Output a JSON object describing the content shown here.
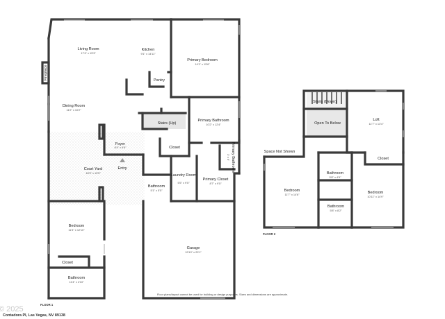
{
  "floor1": {
    "label": "FLOOR 1",
    "rooms": {
      "living": {
        "name": "Living Room",
        "dim": "17'4\" x 15'3\""
      },
      "kitchen": {
        "name": "Kitchen",
        "dim": "9'1\" x 14'11\""
      },
      "primary_bedroom": {
        "name": "Primary Bedroom",
        "dim": "14'1\" x 15'6\""
      },
      "pantry": {
        "name": "Pantry"
      },
      "fireplace": {
        "name": "Fireplace"
      },
      "dining": {
        "name": "Dining Room",
        "dim": "11'2\" x 10'2\""
      },
      "primary_bath": {
        "name": "Primary Bathroom",
        "dim": "10'2\" x 12'4\""
      },
      "stairs_up": {
        "name": "Stairs (Up)"
      },
      "foyer": {
        "name": "Foyer",
        "dim": "8'4\" x 6'6\""
      },
      "closet_a": {
        "name": "Closet"
      },
      "primary_wc": {
        "name": "Primary Bathroom",
        "dim": "3' x 6'"
      },
      "entry": {
        "name": "Entry"
      },
      "courtyard": {
        "name": "Court Yard",
        "dim": "18'3\" x 15'5\""
      },
      "laundry": {
        "name": "Laundry Room",
        "dim": "5'5\" x 9'5\""
      },
      "primary_closet": {
        "name": "Primary Closet",
        "dim": "8'7\" x 9'5\""
      },
      "bath_small": {
        "name": "Bathroom",
        "dim": "5'1\" x 5'5\""
      },
      "bedroom": {
        "name": "Bedroom",
        "dim": "11'3\" x 12'10\""
      },
      "closet_b": {
        "name": "Closet"
      },
      "bath_bottom": {
        "name": "Bathroom",
        "dim": "11'4\" x 4'10\""
      },
      "garage": {
        "name": "Garage",
        "dim": "19'10\" x 20'1\""
      }
    }
  },
  "floor2": {
    "label": "FLOOR 2",
    "rooms": {
      "stairs_down": {
        "name": "Stairs (Down)"
      },
      "open_below": {
        "name": "Open To Below"
      },
      "loft": {
        "name": "Loft",
        "dim": "11'7\" x 13'4\""
      },
      "space_not_shown": {
        "name": "Space Not Shown"
      },
      "closet": {
        "name": "Closet"
      },
      "bathroom_a": {
        "name": "Bathroom",
        "dim": "5'8\" x 4'9\""
      },
      "bedroom_left": {
        "name": "Bedroom",
        "dim": "11'7\" x 14'6\""
      },
      "bedroom_right": {
        "name": "Bedroom",
        "dim": "10'11\" x 14'9\""
      },
      "bathroom_b": {
        "name": "Bathroom",
        "dim": "5'8\" x 8'2\""
      }
    }
  },
  "footer": {
    "disclaimer": "Floor plans/layout cannot be used for building or design purposes. Sizes and dimensions are approximate.",
    "address": "Contadora Pl, Las Vegas, NV 89138",
    "watermark": "© 2025"
  }
}
